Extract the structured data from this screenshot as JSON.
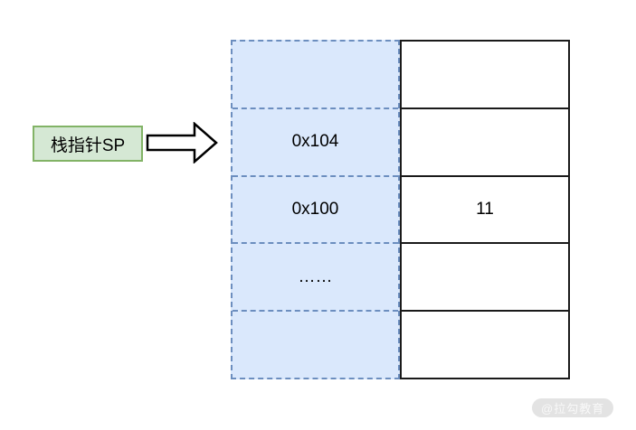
{
  "diagram": {
    "pointer_label": "栈指针SP",
    "arrow_icon": "block-arrow-right-icon"
  },
  "stack": {
    "rows": [
      {
        "address": "",
        "value": ""
      },
      {
        "address": "0x104",
        "value": ""
      },
      {
        "address": "0x100",
        "value": "11"
      },
      {
        "address": "……",
        "value": ""
      },
      {
        "address": "",
        "value": ""
      }
    ]
  },
  "watermark": {
    "text": "@拉勾教育"
  },
  "colors": {
    "address_cell_fill": "#dae8fc",
    "address_cell_border": "#6c8ebf",
    "label_fill": "#d5e8d4",
    "label_border": "#82b366",
    "value_cell_border": "#1a1a1a",
    "watermark_bg": "#e3e3e3",
    "watermark_text": "#f8f8f8"
  }
}
